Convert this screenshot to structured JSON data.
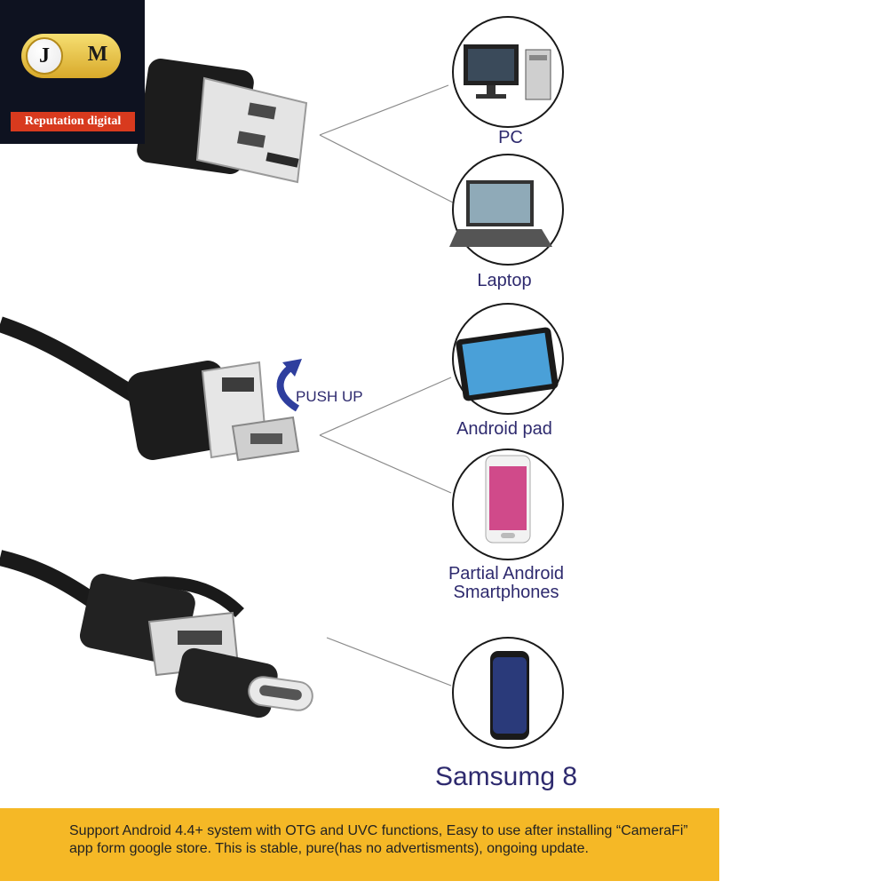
{
  "brand": {
    "logo_letter_1": "J",
    "logo_letter_2": "M",
    "banner": "Reputation digital"
  },
  "devices": {
    "pc": "PC",
    "laptop": "Laptop",
    "android_pad": "Android pad",
    "partial_android": "Partial Android Smartphones",
    "samsung": "Samsumg 8"
  },
  "cable_note": "PUSH UP",
  "footer": {
    "notice": "Support Android 4.4+ system with OTG and UVC functions, Easy to use after installing “CameraFi” app form google store. This is stable, pure(has no advertisments), ongoing update.",
    "icon": "warning-icon"
  },
  "colors": {
    "label": "#2e2a6e",
    "footer_bg": "#f5b826",
    "logo_bg": "#0e1220",
    "banner_bg": "#d83a1e"
  }
}
